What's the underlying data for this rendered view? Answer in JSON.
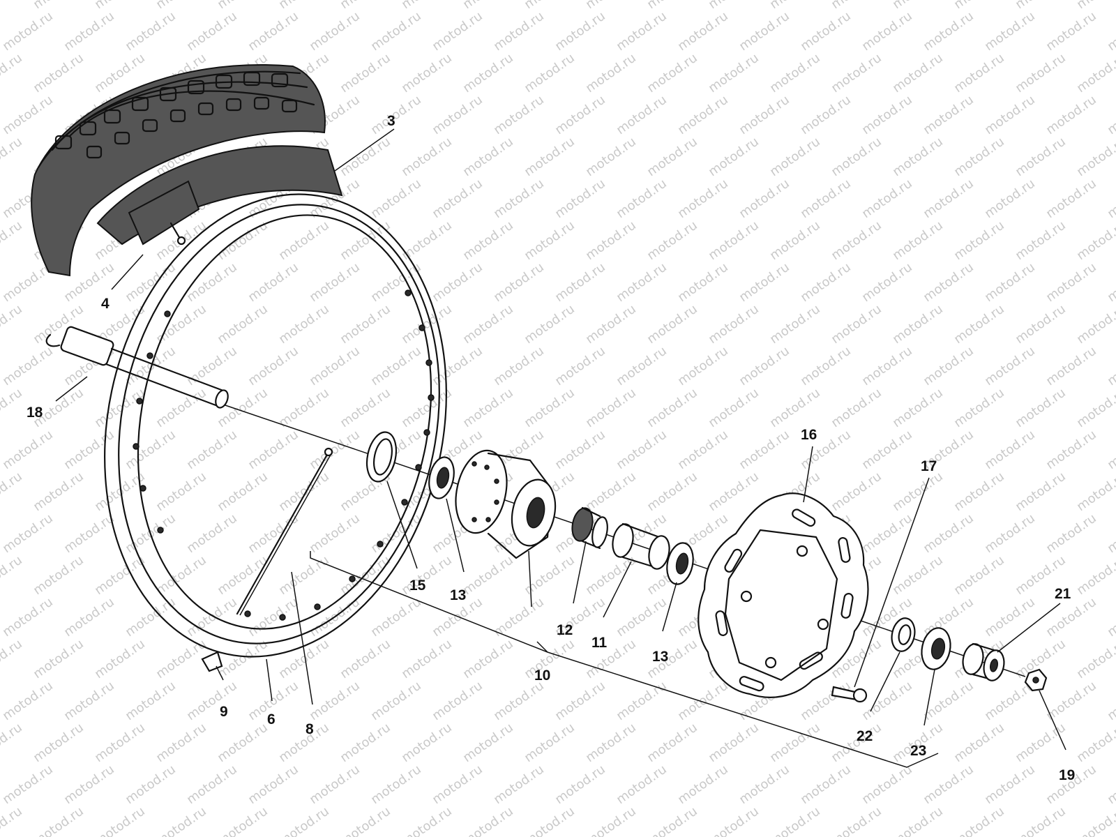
{
  "watermark": {
    "text": "motod.ru"
  },
  "diagram": {
    "callouts": {
      "c3": "3",
      "c4": "4",
      "c6": "6",
      "c8": "8",
      "c9": "9",
      "c10": "10",
      "c11": "11",
      "c12": "12",
      "c13a": "13",
      "c13b": "13",
      "c15": "15",
      "c16": "16",
      "c17": "17",
      "c18": "18",
      "c19": "19",
      "c21": "21",
      "c22": "22",
      "c23": "23"
    }
  }
}
